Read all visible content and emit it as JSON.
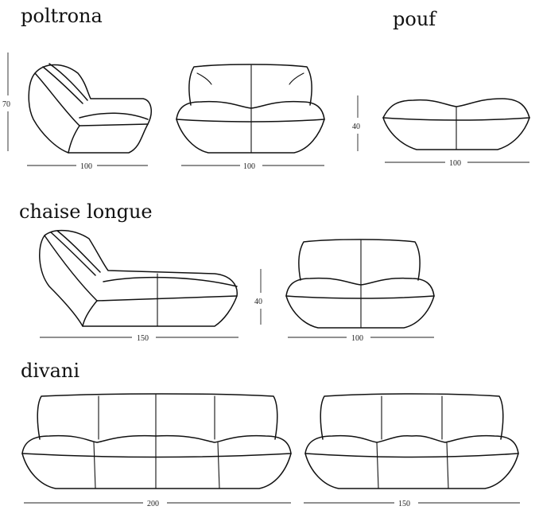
{
  "sections": {
    "poltrona": "poltrona",
    "pouf": "pouf",
    "chaise_longue": "chaise longue",
    "divani": "divani"
  },
  "dimensions": {
    "poltrona_height": "70",
    "poltrona_side_width": "100",
    "poltrona_front_width": "100",
    "pouf_height": "40",
    "pouf_width": "100",
    "chaise_side_width": "150",
    "chaise_height": "40",
    "chaise_front_width": "100",
    "divano_large_width": "200",
    "divano_small_width": "150"
  }
}
